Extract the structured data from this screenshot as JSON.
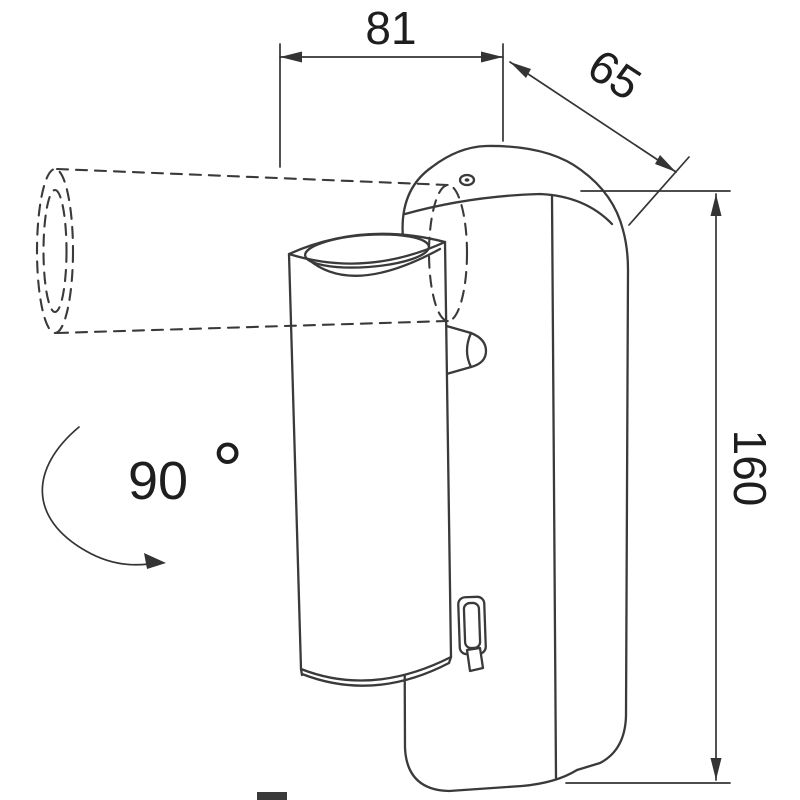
{
  "drawing": {
    "dim_width_label": "81",
    "dim_depth_label": "65",
    "dim_height_label": "160",
    "angle_value": "90",
    "angle_unit": "°"
  },
  "colors": {
    "line": "#3a3a3a",
    "dimension": "#343434",
    "text": "#1e1e1e",
    "background": "#ffffff"
  }
}
